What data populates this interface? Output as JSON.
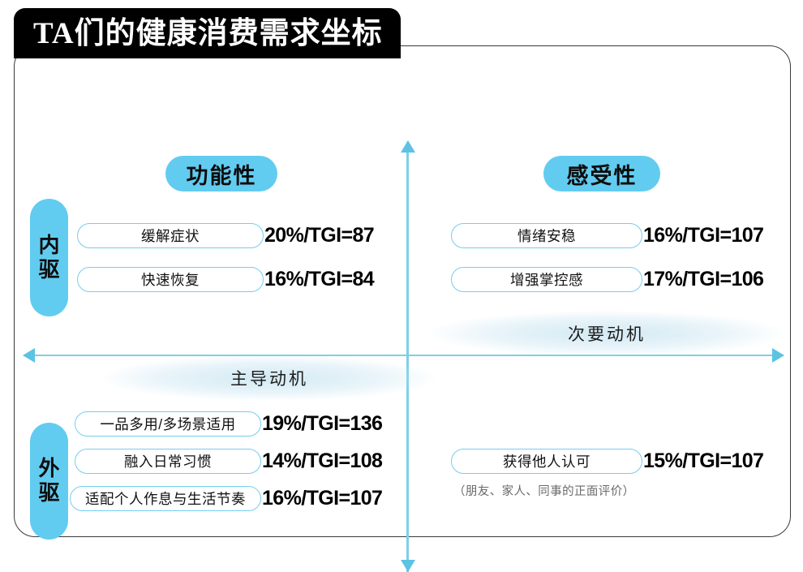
{
  "header": {
    "title": "TA们的健康消费需求坐标"
  },
  "axes": {
    "vertical_top_label": "内驱",
    "vertical_bottom_label": "外驱",
    "horizontal_left_label": "主导动机",
    "horizontal_right_label": "次要动机",
    "color": "#7ecfe8"
  },
  "quadrants": {
    "top_left": {
      "header": "功能性",
      "items": [
        {
          "label": "缓解症状",
          "stat": "20%/TGI=87"
        },
        {
          "label": "快速恢复",
          "stat": "16%/TGI=84"
        }
      ]
    },
    "top_right": {
      "header": "感受性",
      "items": [
        {
          "label": "情绪安稳",
          "stat": "16%/TGI=107"
        },
        {
          "label": "增强掌控感",
          "stat": "17%/TGI=106"
        }
      ]
    },
    "bottom_left": {
      "items": [
        {
          "label": "一品多用/多场景适用",
          "stat": "19%/TGI=136"
        },
        {
          "label": "融入日常习惯",
          "stat": "14%/TGI=108"
        },
        {
          "label": "适配个人作息与生活节奏",
          "stat": "16%/TGI=107"
        }
      ]
    },
    "bottom_right": {
      "items": [
        {
          "label": "获得他人认可",
          "stat": "15%/TGI=107",
          "note": "（朋友、家人、同事的正面评价）"
        }
      ]
    }
  },
  "colors": {
    "accent": "#62ccf0",
    "pill_border": "#73cfee",
    "title_bar": "#000000"
  }
}
